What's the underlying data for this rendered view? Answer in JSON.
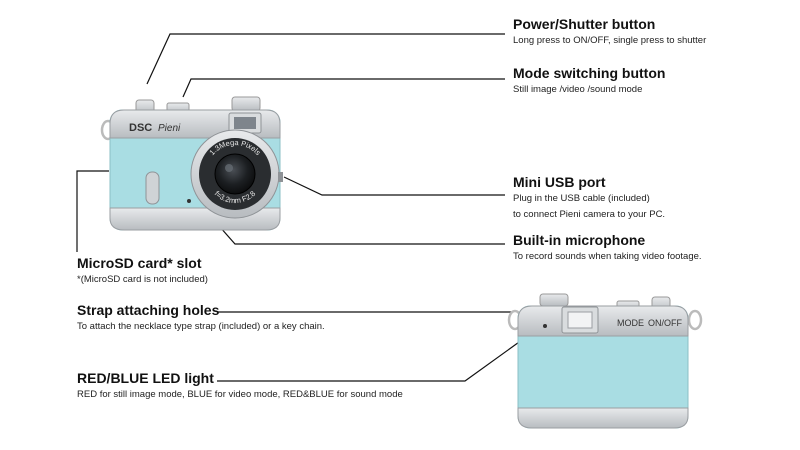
{
  "callouts": {
    "power": {
      "title": "Power/Shutter button",
      "desc": "Long press to ON/OFF, single press to shutter"
    },
    "mode": {
      "title": "Mode switching button",
      "desc": "Still image /video /sound mode"
    },
    "usb": {
      "title": "Mini USB port",
      "desc_1": "Plug in the USB cable (included)",
      "desc_2": "to connect Pieni camera to your PC."
    },
    "mic": {
      "title": "Built-in microphone",
      "desc": "To record sounds when taking video footage."
    },
    "sd": {
      "title": "MicroSD card* slot",
      "desc": "*(MicroSD card is not included)"
    },
    "strap": {
      "title": "Strap attaching holes",
      "desc": "To attach the necklace type strap (included) or a key chain."
    },
    "led": {
      "title": "RED/BLUE LED light",
      "desc": "RED for still image mode, BLUE for video mode, RED&BLUE for sound mode"
    }
  },
  "camera_front": {
    "brand": "DSC",
    "model": "Pieni",
    "lens_text_1": "1.3Mega Pixels",
    "lens_text_2": "f=3.2mm F2.8"
  },
  "camera_back": {
    "mode_label": "MODE",
    "onoff_label": "ON/OFF"
  },
  "colors": {
    "body": "#a9dde3",
    "silver": "#c9cccf",
    "line": "#111111"
  }
}
